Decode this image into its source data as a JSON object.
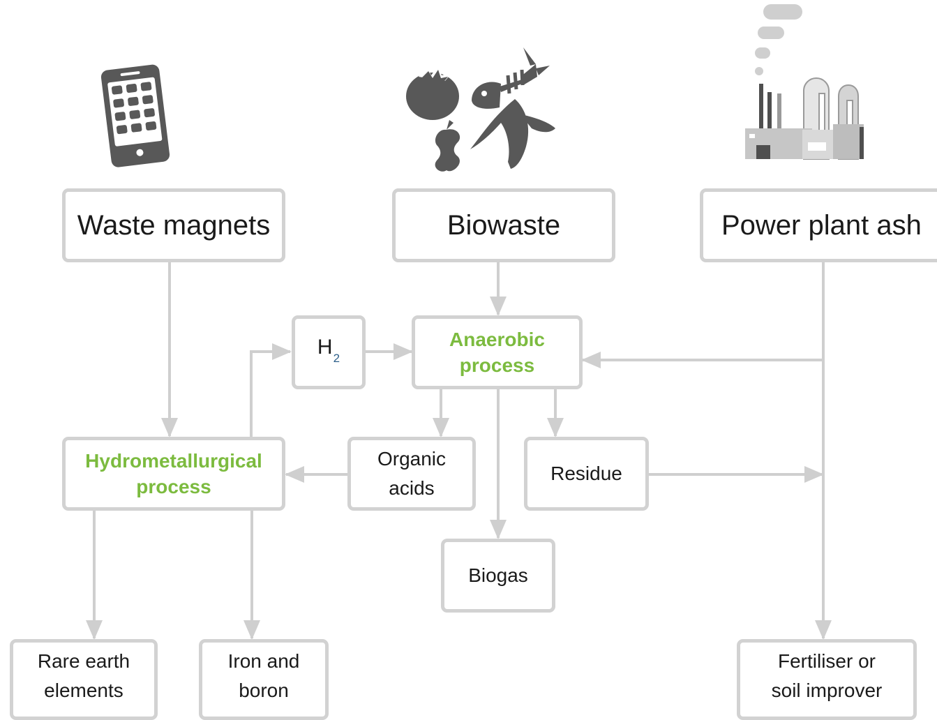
{
  "colors": {
    "box_border": "#d2d2d2",
    "arrow": "#cfcfcf",
    "icon_dark": "#585858",
    "process_text": "#7cbb3f",
    "subscript": "#2d5f8a"
  },
  "icons": {
    "phone": "smartphone-icon",
    "biowaste": "food-waste-icon",
    "power_plant": "power-plant-icon"
  },
  "sources": {
    "magnets": "Waste magnets",
    "biowaste": "Biowaste",
    "ash": "Power plant ash"
  },
  "h2": {
    "base": "H",
    "sub": "2"
  },
  "anaerobic": {
    "line1": "Anaerobic",
    "line2": "process"
  },
  "hydro": {
    "line1": "Hydrometallurgical",
    "line2": "process"
  },
  "organic": {
    "line1": "Organic",
    "line2": "acids"
  },
  "residue": "Residue",
  "biogas": "Biogas",
  "rare": {
    "line1": "Rare earth",
    "line2": "elements"
  },
  "iron": {
    "line1": "Iron and",
    "line2": "boron"
  },
  "fert": {
    "line1": "Fertiliser or",
    "line2": "soil improver"
  }
}
